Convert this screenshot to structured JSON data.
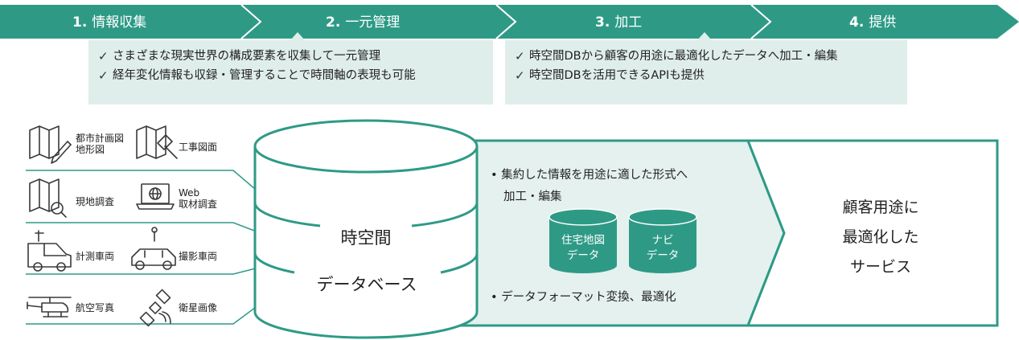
{
  "steps": [
    {
      "num": "1.",
      "label": "情報収集"
    },
    {
      "num": "2.",
      "label": "一元管理"
    },
    {
      "num": "3.",
      "label": "加工"
    },
    {
      "num": "4.",
      "label": "提供"
    }
  ],
  "callouts": {
    "left": [
      "さまざまな現実世界の構成要素を収集して一元管理",
      "経年変化情報も収録・管理することで時間軸の表現も可能"
    ],
    "right": [
      "時空間DBから顧客の用途に最適化したデータへ加工・編集",
      "時空間DBを活用できるAPIも提供"
    ]
  },
  "sources": {
    "urban_plan_line1": "都市計画図",
    "urban_plan_line2": "地形図",
    "construction": "工事図面",
    "field_survey": "現地調査",
    "web_line1": "Web",
    "web_line2": "取材調査",
    "survey_vehicle": "計測車両",
    "camera_vehicle": "撮影車両",
    "aerial": "航空写真",
    "satellite": "衛星画像"
  },
  "database": {
    "line1": "時空間",
    "line2": "データベース"
  },
  "processing": {
    "bullet1_line1": "集約した情報を用途に適した形式へ",
    "bullet1_line2": "加工・編集",
    "cyl1_line1": "住宅地図",
    "cyl1_line2": "データ",
    "cyl2_line1": "ナビ",
    "cyl2_line2": "データ",
    "bullet2": "データフォーマット変換、最適化"
  },
  "service": {
    "line1": "顧客用途に",
    "line2": "最適化した",
    "line3": "サービス"
  },
  "colors": {
    "accent": "#2e9a86",
    "callout_bg": "#dfeeea",
    "panel_bg": "#e4f1ee",
    "icon_stroke": "#3a3a3a"
  }
}
